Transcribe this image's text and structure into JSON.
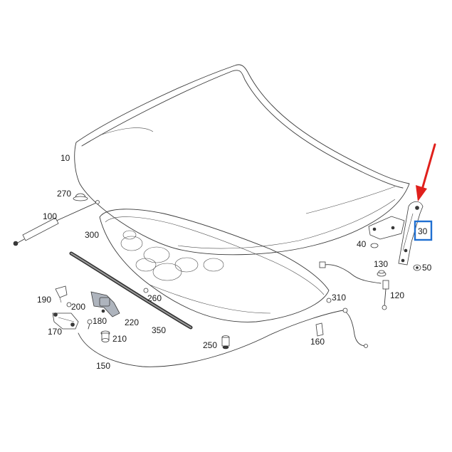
{
  "diagram": {
    "part_labels": {
      "p10": "10",
      "p270": "270",
      "p100": "100",
      "p300": "300",
      "p190": "190",
      "p200": "200",
      "p260": "260",
      "p180": "180",
      "p220": "220",
      "p170": "170",
      "p210": "210",
      "p350": "350",
      "p250": "250",
      "p150": "150",
      "p310": "310",
      "p160": "160",
      "p130": "130",
      "p120": "120",
      "p40": "40",
      "p50": "50",
      "p30": "30"
    },
    "colors": {
      "highlight_box": "#1f6fd1",
      "arrow": "#e0201c",
      "line": "#3a3a3a"
    }
  }
}
